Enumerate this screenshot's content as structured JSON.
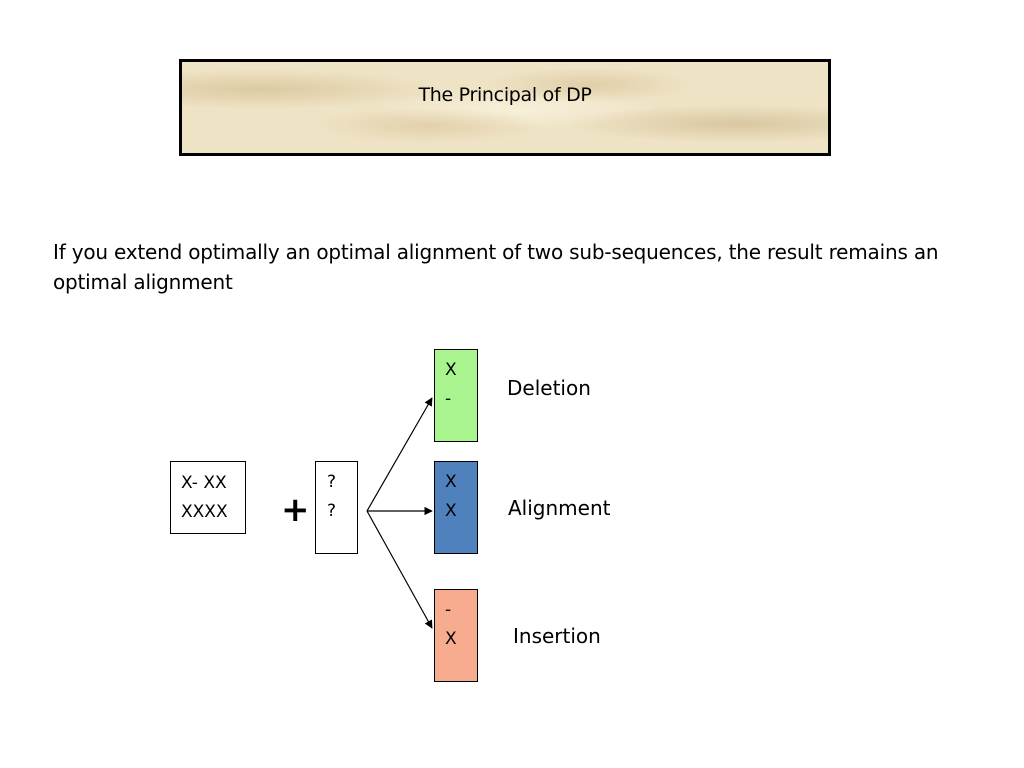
{
  "slide": {
    "title": "The Principal of DP",
    "statement": "If you extend optimally an optimal alignment of two sub-sequences, the result remains an optimal alignment"
  },
  "diagram": {
    "start": {
      "line1": "X- XX",
      "line2": "XXXX"
    },
    "plus": "+",
    "unknown": {
      "line1": "?",
      "line2": "?"
    },
    "outcomes": [
      {
        "top": "X",
        "bottom": "-",
        "label": "Deletion",
        "color": "#a9f48f"
      },
      {
        "top": "X",
        "bottom": "X",
        "label": "Alignment",
        "color": "#4f81bd"
      },
      {
        "top": "-",
        "bottom": "X",
        "label": "Insertion",
        "color": "#f7ab8f"
      }
    ]
  },
  "colors": {
    "title_background": "#efe3c5",
    "border": "#000000"
  }
}
